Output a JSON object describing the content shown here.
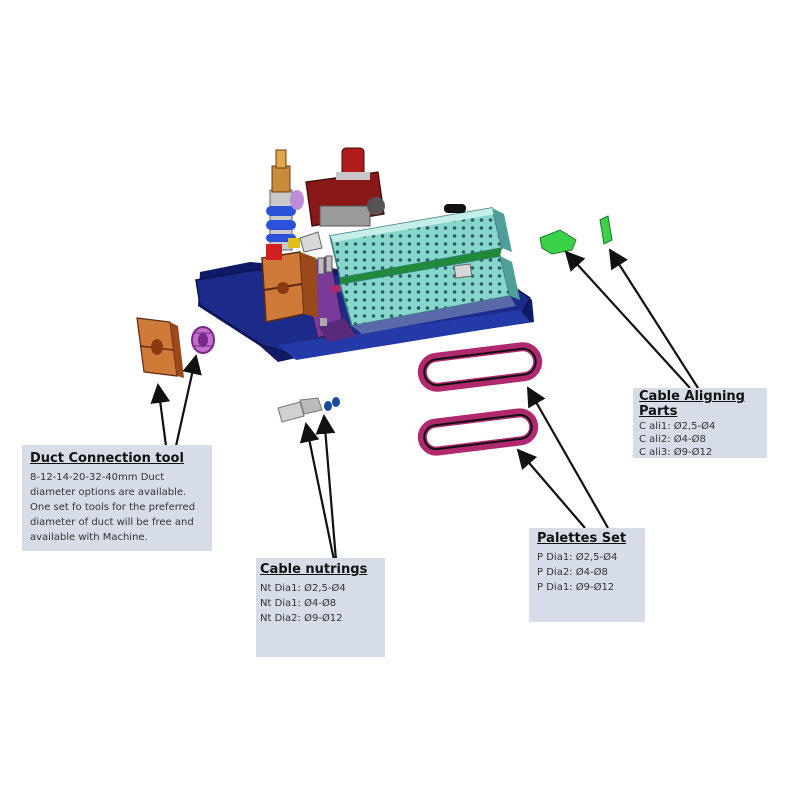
{
  "callouts": {
    "duct": {
      "title": "Duct Connection tool",
      "lines": [
        "8-12-14-20-32-40mm Duct",
        "diameter options are available.",
        "One set fo tools for the preferred",
        "diameter of duct will be free and",
        "available with Machine."
      ]
    },
    "nutrings": {
      "title": "Cable nutrings",
      "lines": [
        "Nt Dia1: Ø2,5-Ø4",
        "Nt Dia1: Ø4-Ø8",
        "Nt Dia2: Ø9-Ø12"
      ]
    },
    "palettes": {
      "title": "Palettes Set",
      "lines": [
        "P Dia1: Ø2,5-Ø4",
        "P Dia2: Ø4-Ø8",
        "P Dia1: Ø9-Ø12"
      ]
    },
    "aligning": {
      "title": "Cable Aligning Parts",
      "lines": [
        "C ali1: Ø2,5-Ø4",
        "C ali2: Ø4-Ø8",
        "C ali3: Ø9-Ø12"
      ]
    }
  },
  "colors": {
    "base_plate": "#1c2a8a",
    "housing": "#7fd0c8",
    "red_parts": "#9a1a1a",
    "copper_parts": "#d07a3a",
    "purple_parts": "#7a3a9a",
    "palette_ring": "#b0286e",
    "aligning_parts": "#3bd24a",
    "callout_bg": "#d6dde8"
  }
}
